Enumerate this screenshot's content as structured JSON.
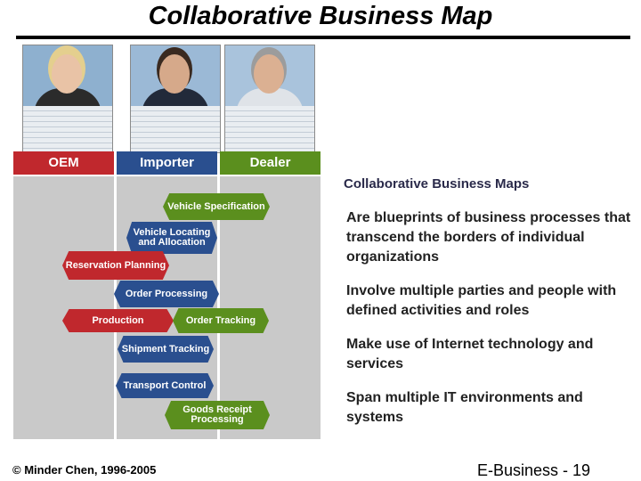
{
  "slide": {
    "title": "Collaborative Business Map",
    "footer_copyright": "© Minder Chen, 1996-2005",
    "footer_page": "E-Business - 19"
  },
  "roles": [
    "OEM",
    "Importer",
    "Dealer"
  ],
  "colors": {
    "oem": "#c0282d",
    "importer": "#2a4f8f",
    "dealer": "#5b8f1e",
    "lane_bg": "#c9c9c9"
  },
  "steps": [
    {
      "label": "Vehicle Specification",
      "lane": "Dealer"
    },
    {
      "label": "Vehicle Locating and Allocation",
      "lane": "Importer"
    },
    {
      "label": "Reservation Planning",
      "lane": "OEM"
    },
    {
      "label": "Order Processing",
      "lane": "Importer"
    },
    {
      "label": "Production",
      "lane": "OEM"
    },
    {
      "label": "Order Tracking",
      "lane": "Dealer"
    },
    {
      "label": "Shipment Tracking",
      "lane": "Importer"
    },
    {
      "label": "Transport Control",
      "lane": "Importer"
    },
    {
      "label": "Goods Receipt Processing",
      "lane": "Dealer"
    }
  ],
  "panel": {
    "title": "Collaborative Business Maps",
    "bullets": [
      "Are blueprints of business processes that transcend the borders of individual organizations",
      "Involve multiple parties and people with defined activities and roles",
      "Make use of Internet technology and services",
      "Span multiple IT environments and systems"
    ]
  }
}
